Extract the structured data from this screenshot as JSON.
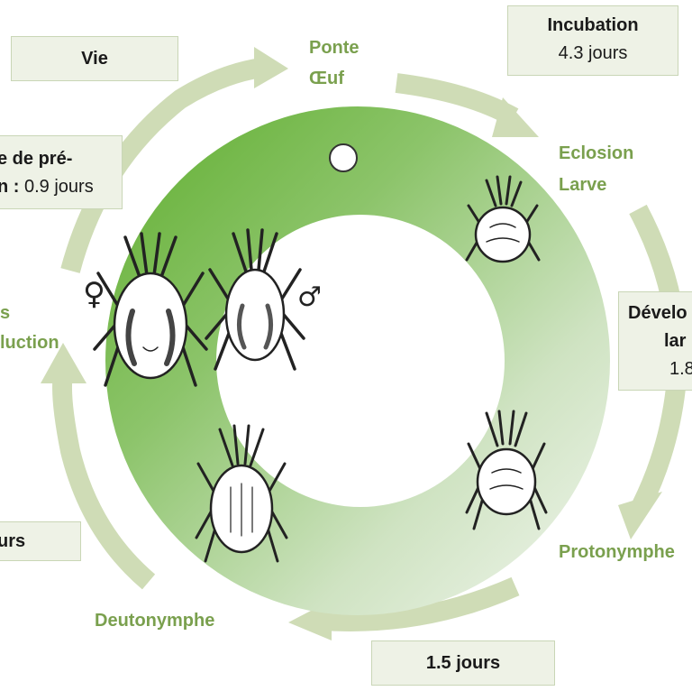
{
  "stages": {
    "ponte": "Ponte",
    "oeuf": "Œuf",
    "eclosion": "Eclosion",
    "larve": "Larve",
    "protonymphe": "Protonymphe",
    "deutonymphe": "Deutonymphe",
    "left_partial_1": "s",
    "left_partial_2": "luction"
  },
  "boxes": {
    "vie": "Vie",
    "incubation_title": "Incubation",
    "incubation_value": "4.3 jours",
    "preponte_line1": "e de pré-",
    "preponte_line2a": "n : ",
    "preponte_line2b": "0.9 jours",
    "developpement_line1": "Dévelo",
    "developpement_line2": "lar",
    "developpement_line3": "1.8",
    "left_duration": "urs",
    "bottom_duration": "1.5 jours"
  },
  "symbols": {
    "female": "♀",
    "male": "♂"
  },
  "colors": {
    "ring_dark": "#5fae2e",
    "ring_light": "#eef4e8",
    "arrow": "#cfdcb6",
    "stage_text": "#7aa04e",
    "box_bg": "#eef2e6",
    "box_border": "#c9d6b6"
  },
  "icons": [
    "egg-icon",
    "mite-larva-icon",
    "mite-protonymph-icon",
    "mite-deutonymph-icon",
    "mite-female-icon",
    "mite-male-icon"
  ]
}
